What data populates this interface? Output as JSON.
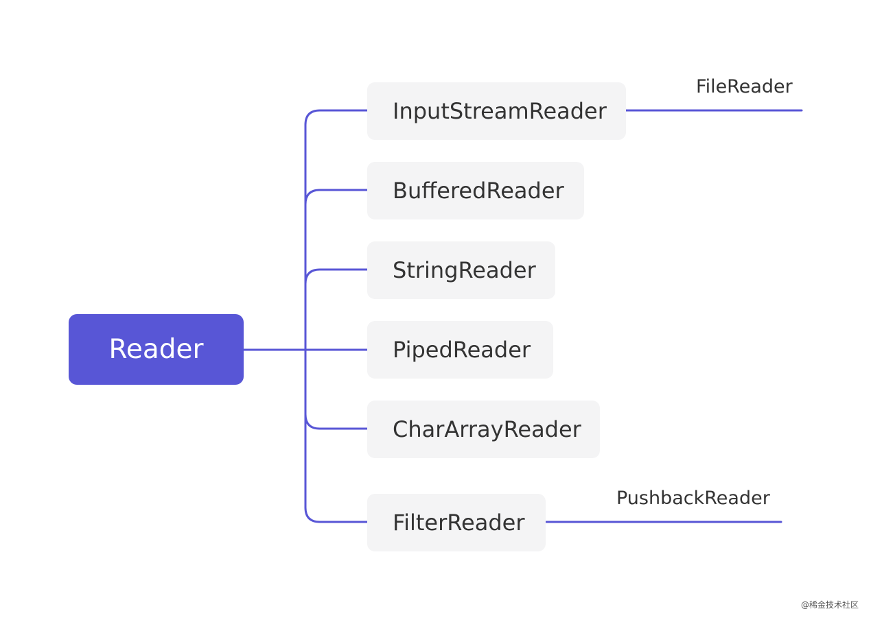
{
  "root": {
    "label": "Reader"
  },
  "children": [
    {
      "label": "InputStreamReader",
      "sub": "FileReader"
    },
    {
      "label": "BufferedReader",
      "sub": ""
    },
    {
      "label": "StringReader",
      "sub": ""
    },
    {
      "label": "PipedReader",
      "sub": ""
    },
    {
      "label": "CharArrayReader",
      "sub": ""
    },
    {
      "label": "FilterReader",
      "sub": "PushbackReader"
    }
  ],
  "watermark": "@稀金技术社区",
  "colors": {
    "accent": "#5856d6",
    "node_bg": "#f4f4f5",
    "text": "#333333"
  }
}
